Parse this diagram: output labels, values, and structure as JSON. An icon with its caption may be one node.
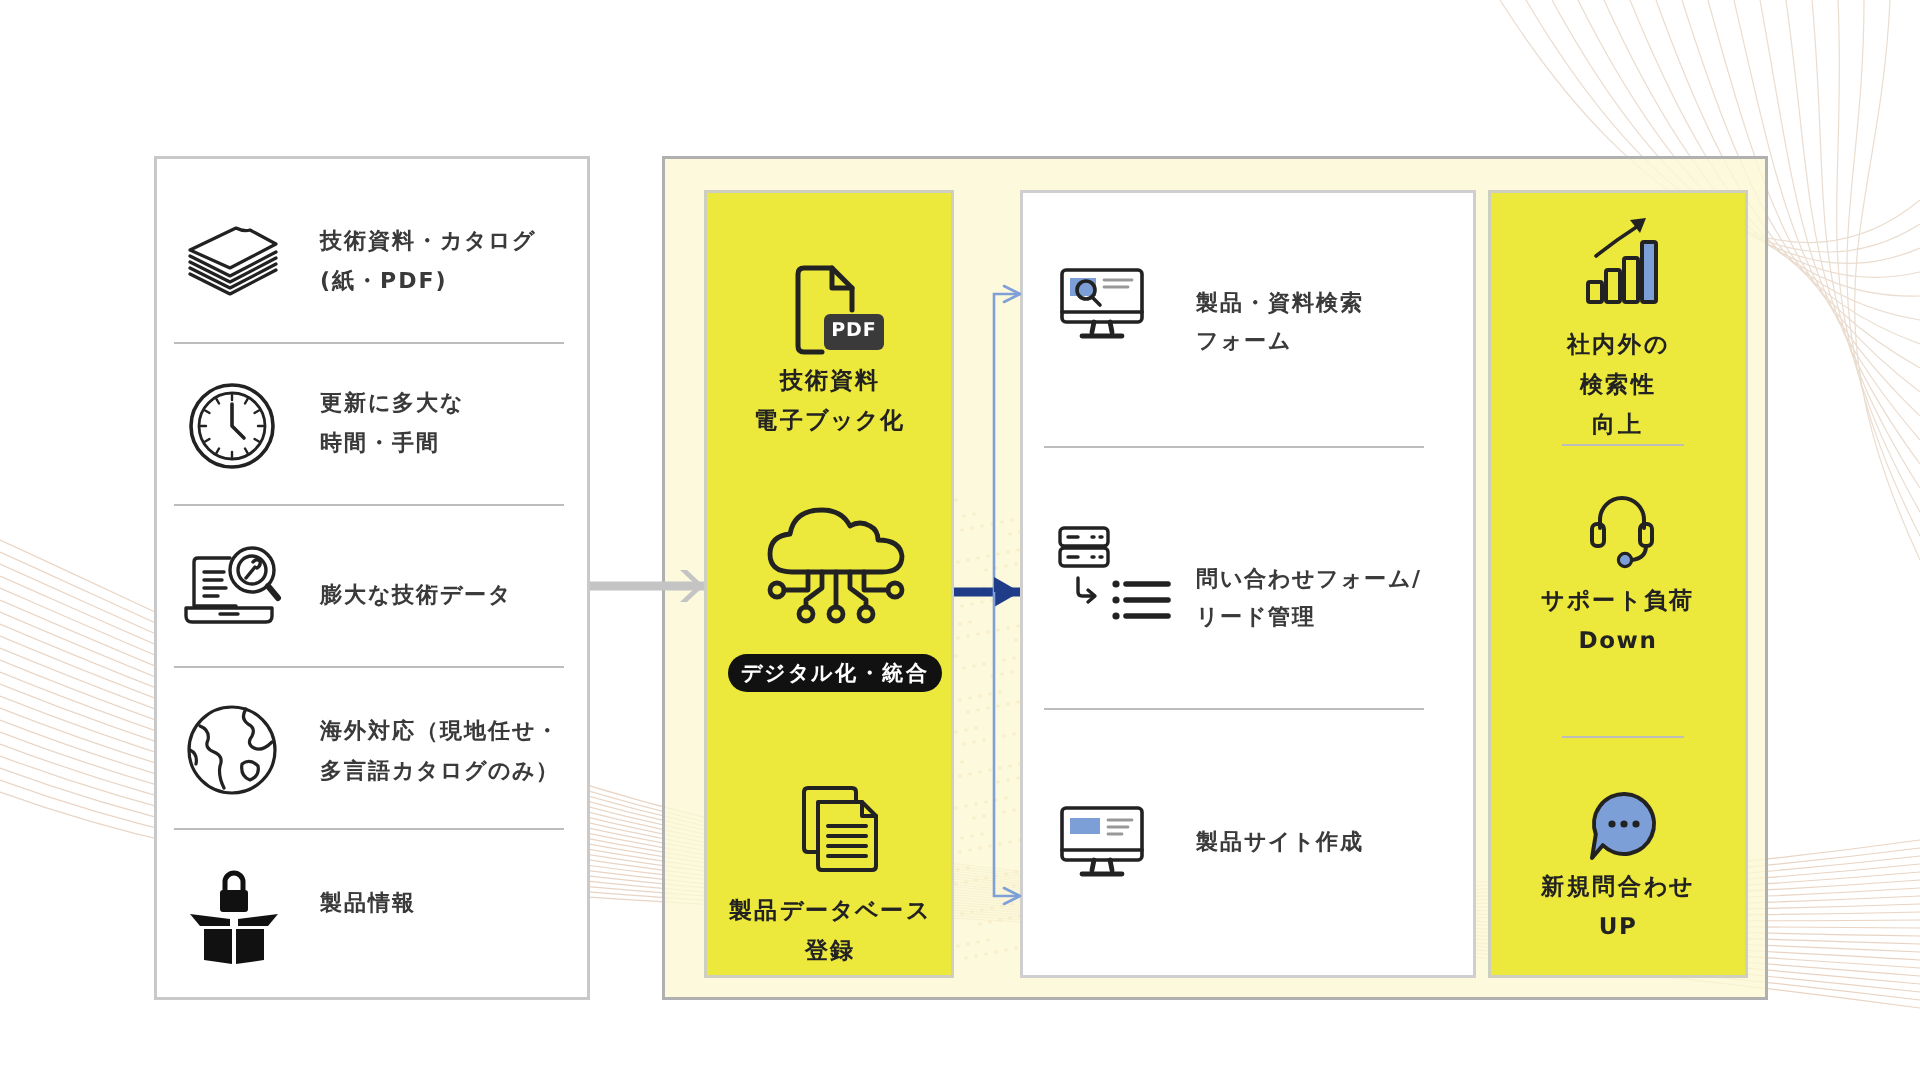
{
  "diagram": {
    "nodes": [
      {
        "text": [
          "技術資料・カタログ(紙・PDF)",
          "更新に多大な時間・手間",
          "膨大な技術データ",
          "海外対応（現地任せ・多言語カタログのみ）",
          "製品情報"
        ]
      },
      {
        "text": [],
        "shape": "box"
      },
      {
        "text": [
          "PDF",
          "技術資料電子ブック化",
          "製品データベース登録"
        ],
        "in": 1
      },
      {
        "text": [
          "デジタル化・統合"
        ],
        "in": 2
      },
      {
        "text": [],
        "shape": "box",
        "in": 1
      },
      {
        "text": [
          "製品・資料検索フォーム"
        ],
        "in": 4
      },
      {
        "text": [
          "問い合わせフォーム/リード管理"
        ],
        "in": 4
      },
      {
        "text": [
          "製品サイト作成"
        ],
        "in": 4
      },
      {
        "text": [
          "社内外の検索性向上",
          "サポート負荷 Down",
          "新規問合わせ UP"
        ],
        "in": 1
      }
    ],
    "edges": [
      {
        "from": 0,
        "to": 2,
        "arrow": "to",
        "style": "thick",
        "color": "#c4c4c4"
      },
      {
        "from": 2,
        "to": 5,
        "arrow": "to"
      },
      {
        "from": 2,
        "to": 6,
        "arrow": "to",
        "style": "thick",
        "color": "#1f3c88"
      },
      {
        "from": 2,
        "to": 7,
        "arrow": "to"
      }
    ]
  }
}
